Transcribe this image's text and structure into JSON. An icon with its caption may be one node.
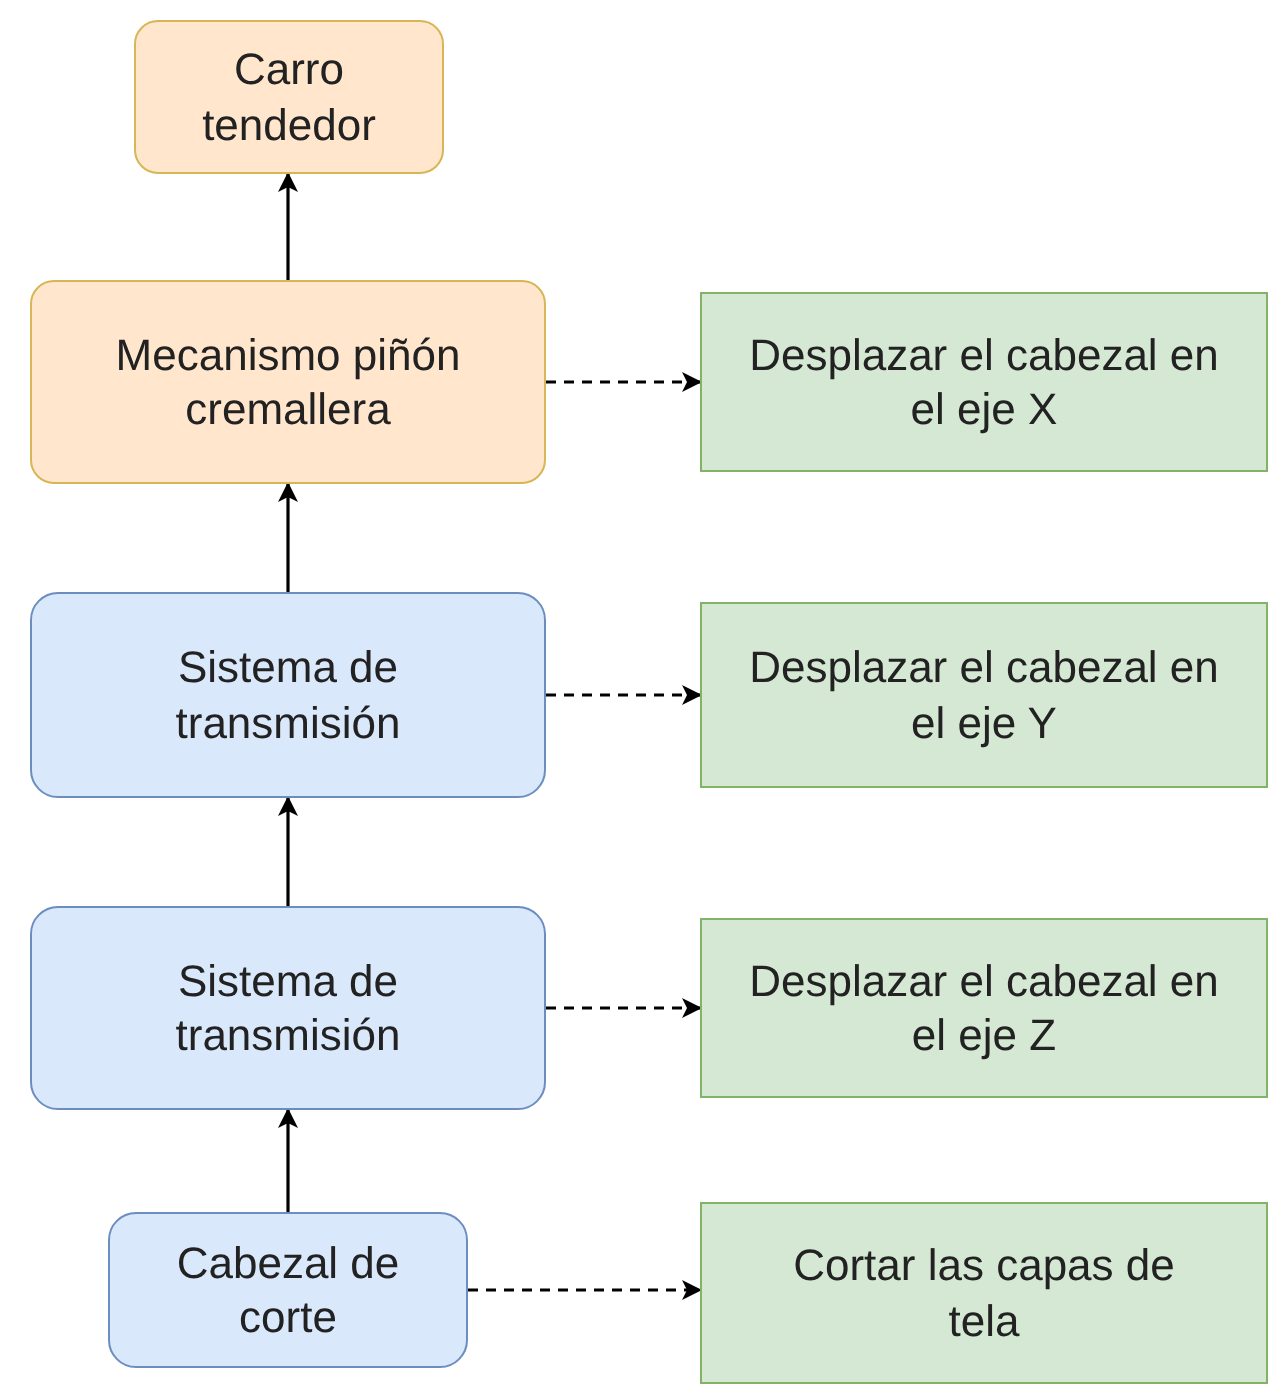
{
  "diagram": {
    "nodes": [
      {
        "text": [
          "Carro tendedor"
        ]
      },
      {
        "text": [
          "Mecanismo piñón cremallera"
        ]
      },
      {
        "text": [
          "Desplazar el cabezal en el eje X"
        ]
      },
      {
        "text": [
          "Sistema de transmisión"
        ]
      },
      {
        "text": [
          "Desplazar el cabezal en el eje Y"
        ]
      },
      {
        "text": [
          "Sistema de transmisión"
        ]
      },
      {
        "text": [
          "Desplazar el cabezal en el eje Z"
        ]
      },
      {
        "text": [
          "Cabezal de corte"
        ]
      },
      {
        "text": [
          "Cortar las capas de tela"
        ]
      }
    ],
    "edges": [
      {
        "from": 1,
        "to": 0,
        "arrow": "to"
      },
      {
        "from": 3,
        "to": 1,
        "arrow": "to"
      },
      {
        "from": 5,
        "to": 3,
        "arrow": "to"
      },
      {
        "from": 7,
        "to": 5,
        "arrow": "to"
      },
      {
        "from": 1,
        "to": 2,
        "arrow": "to",
        "style": "dashed"
      },
      {
        "from": 3,
        "to": 4,
        "arrow": "to",
        "style": "dashed"
      },
      {
        "from": 5,
        "to": 6,
        "arrow": "to",
        "style": "dashed"
      },
      {
        "from": 7,
        "to": 8,
        "arrow": "to",
        "style": "dashed"
      }
    ]
  }
}
